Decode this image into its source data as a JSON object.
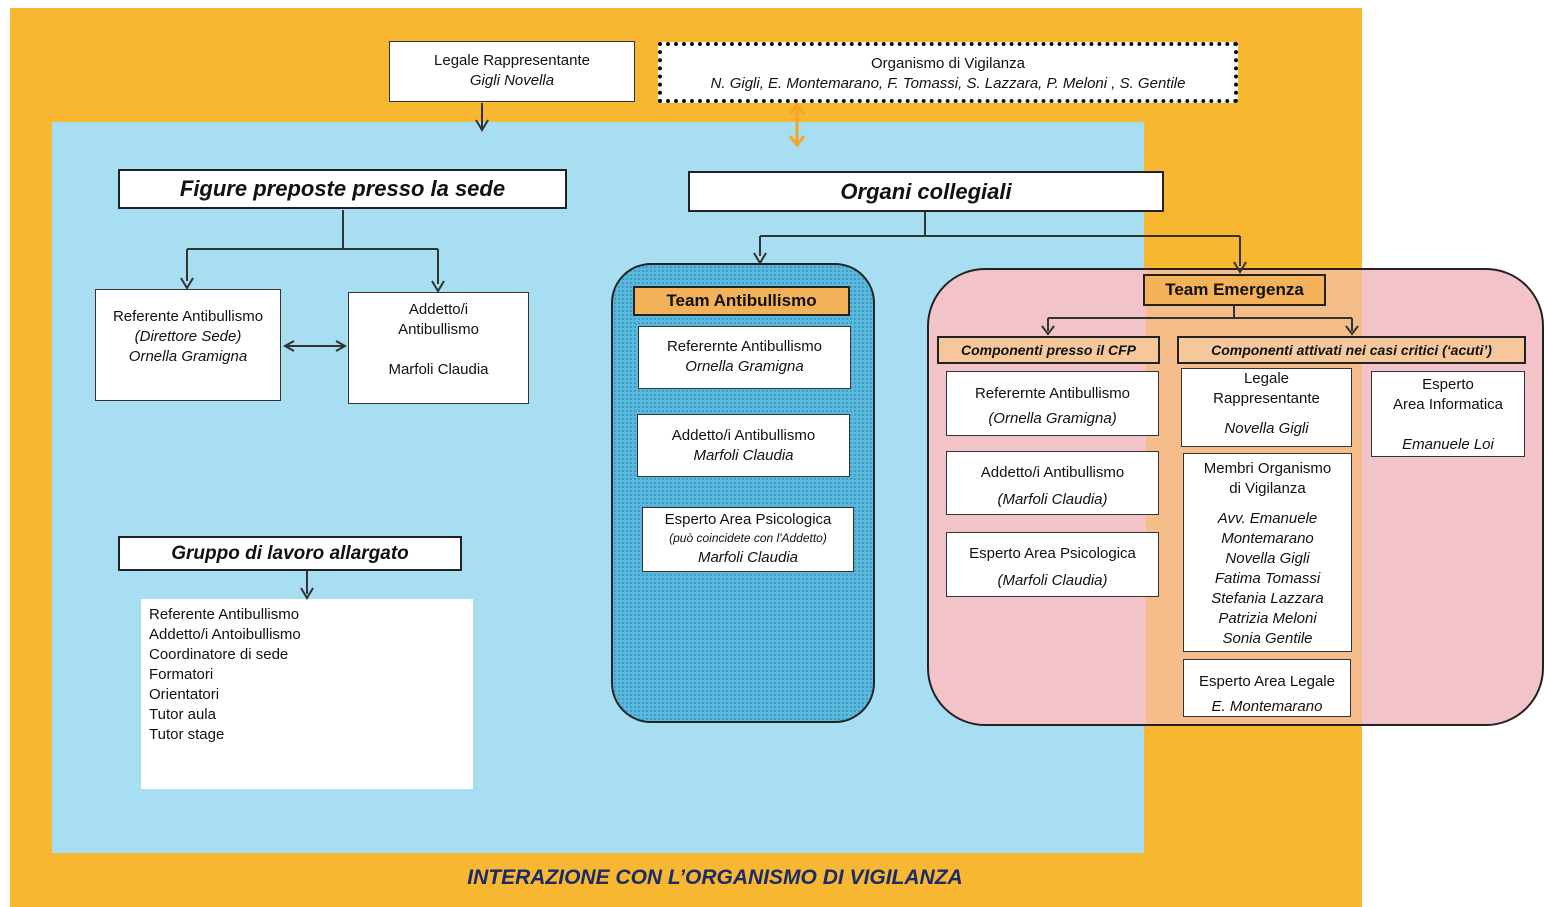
{
  "top": {
    "legale_title": "Legale Rappresentante",
    "legale_name": "Gigli Novella",
    "odv_title": "Organismo di Vigilanza",
    "odv_members": "N. Gigli, E. Montemarano, F. Tomassi, S. Lazzara, P. Meloni , S. Gentile"
  },
  "left": {
    "header": "Figure preposte presso la sede",
    "ref_title": "Referente Antibullismo",
    "ref_role": "(Direttore Sede)",
    "ref_name": "Ornella Gramigna",
    "add_title1": "Addetto/i",
    "add_title2": "Antibullismo",
    "add_name": "Marfoli Claudia",
    "gruppo_header": "Gruppo di lavoro allargato",
    "gruppo_items": [
      "Referente Antibullismo",
      "Addetto/i Antoibullismo",
      "Coordinatore di sede",
      "Formatori",
      "Orientatori",
      "Tutor aula",
      "Tutor stage"
    ]
  },
  "organi": {
    "header": "Organi collegiali",
    "anti": {
      "title": "Team Antibullismo",
      "b1_title": "Referernte Antibullismo",
      "b1_name": "Ornella Gramigna",
      "b2_title": "Addetto/i Antibullismo",
      "b2_name": "Marfoli Claudia",
      "b3_title": "Esperto Area Psicologica",
      "b3_note": "(può coincidete con l'Addetto)",
      "b3_name": "Marfoli Claudia"
    },
    "emerg": {
      "title": "Team Emergenza",
      "comp_cfp": "Componenti presso il CFP",
      "comp_acuti": "Componenti attivati nei casi critici (‘acuti’)",
      "c1_title": "Referernte Antibullismo",
      "c1_name": "(Ornella Gramigna)",
      "c2_title": "Addetto/i Antibullismo",
      "c2_name": "(Marfoli Claudia)",
      "c3_title": "Esperto Area Psicologica",
      "c3_name": "(Marfoli Claudia)",
      "legale_title1": "Legale",
      "legale_title2": "Rappresentante",
      "legale_name": "Novella Gigli",
      "membri_title1": "Membri Organismo",
      "membri_title2": "di Vigilanza",
      "membri": [
        "Avv. Emanuele",
        "Montemarano",
        "Novella Gigli",
        "Fatima Tomassi",
        "Stefania Lazzara",
        "Patrizia Meloni",
        "Sonia Gentile"
      ],
      "legal_title": "Esperto Area Legale",
      "legal_name": "E. Montemarano",
      "info_title1": "Esperto",
      "info_title2": "Area Informatica",
      "info_name": "Emanuele Loi"
    }
  },
  "footer": "INTERAZIONE CON  L’ORGANISMO DI    VIGILANZA",
  "colors": {
    "orange": "#f7b731",
    "blue": "#a8def2",
    "pink": "#f2c4c9",
    "team_header": "#f3b25a",
    "footer_text": "#1b2a6b"
  }
}
